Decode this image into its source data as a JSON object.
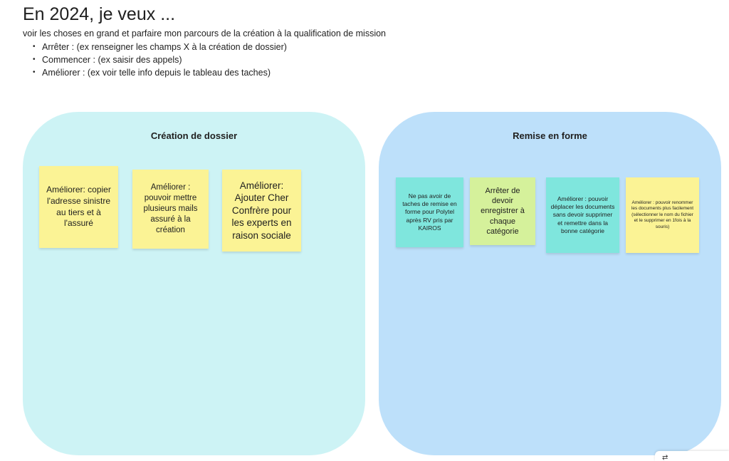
{
  "heading": "En 2024, je veux ...",
  "subtitle": "voir les choses en grand et parfaire mon parcours de la création à la qualification de mission",
  "bullets": [
    "Arrêter : (ex renseigner les champs X à la création de dossier)",
    "Commencer : (ex saisir des appels)",
    "Améliorer : (ex voir telle info depuis le tableau des taches)"
  ],
  "frames": [
    {
      "title": "Création de dossier",
      "color": "#cdf3f5",
      "stickies": [
        {
          "text": "Améliorer: copier l'adresse sinistre au tiers et à l'assuré",
          "color": "#fbf395"
        },
        {
          "text": "Améliorer : pouvoir mettre plusieurs mails assuré à la création",
          "color": "#fbf395"
        },
        {
          "text": "Améliorer: Ajouter Cher Confrère pour les experts en raison sociale",
          "color": "#fbf395"
        }
      ]
    },
    {
      "title": "Remise en forme",
      "color": "#bde0fa",
      "stickies": [
        {
          "text": "Ne pas avoir de taches de remise en forme pour Polytel après RV pris par KAIROS",
          "color": "#7fe6dd"
        },
        {
          "text": "Arrêter de devoir enregistrer à chaque catégorie",
          "color": "#d5f19b"
        },
        {
          "text": "Améliorer : pouvoir déplacer les documents sans devoir supprimer et remettre dans la bonne catégorie",
          "color": "#7fe6dd"
        },
        {
          "text": "Améliorer : pouvoir renommer les documents plus facilement (sélectionner le nom du fichier et le supprimer en 1fois à la souris)",
          "color": "#fbf395"
        }
      ]
    }
  ],
  "corner_widget": {
    "icon": "expand-icon"
  }
}
